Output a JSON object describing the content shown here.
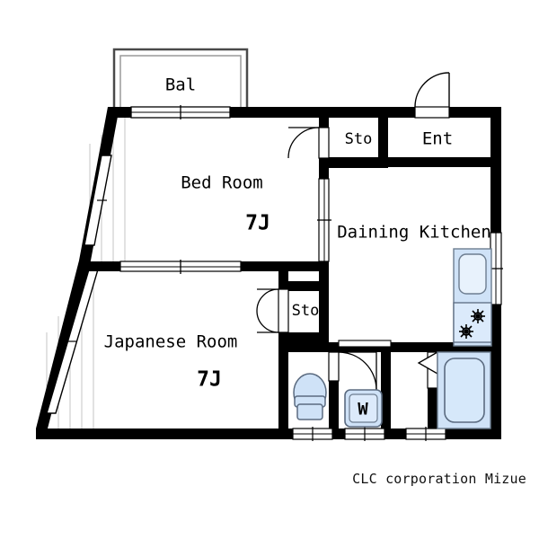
{
  "document": {
    "type": "floor-plan",
    "caption": "CLC corporation Mizue",
    "background_color": "#ffffff",
    "wall_color": "#000000",
    "fixture_fill": "#cfe2f7",
    "fixture_stroke": "#5b6b80",
    "tatami_line_color": "#bbbbbb"
  },
  "rooms": {
    "balcony": {
      "label": "Bal"
    },
    "bedroom": {
      "label": "Bed Room",
      "size": "7J"
    },
    "japanese_room": {
      "label": "Japanese Room",
      "size": "7J"
    },
    "dining_kitchen": {
      "label": "Daining Kitchen"
    },
    "entrance": {
      "label": "Ent"
    },
    "storage_upper": {
      "label": "Sto"
    },
    "storage_lower": {
      "label": "Sto"
    },
    "washer": {
      "label": "W"
    }
  },
  "fixtures": [
    {
      "name": "toilet",
      "label": "",
      "color": "#cfe2f7"
    },
    {
      "name": "washing-machine",
      "label": "W",
      "color": "#cfe2f7"
    },
    {
      "name": "bathtub",
      "label": "",
      "color": "#cfe2f7"
    },
    {
      "name": "kitchen-sink",
      "label": "",
      "color": "#cfe2f7"
    },
    {
      "name": "stove-burners",
      "label": "",
      "color": "#cfe2f7"
    }
  ],
  "openings": [
    {
      "name": "entrance-door",
      "type": "swing-door"
    },
    {
      "name": "storage-upper-door",
      "type": "swing-door"
    },
    {
      "name": "bedroom-sliding-door",
      "type": "sliding-door"
    },
    {
      "name": "storage-lower-door",
      "type": "folding-door"
    },
    {
      "name": "balcony-window",
      "type": "sliding-window"
    },
    {
      "name": "japanese-room-sliding-door",
      "type": "sliding-door"
    },
    {
      "name": "bathroom-door",
      "type": "swing-door"
    },
    {
      "name": "west-window-upper",
      "type": "sliding-window"
    },
    {
      "name": "west-window-lower",
      "type": "sliding-window"
    },
    {
      "name": "east-window",
      "type": "sliding-window"
    }
  ]
}
